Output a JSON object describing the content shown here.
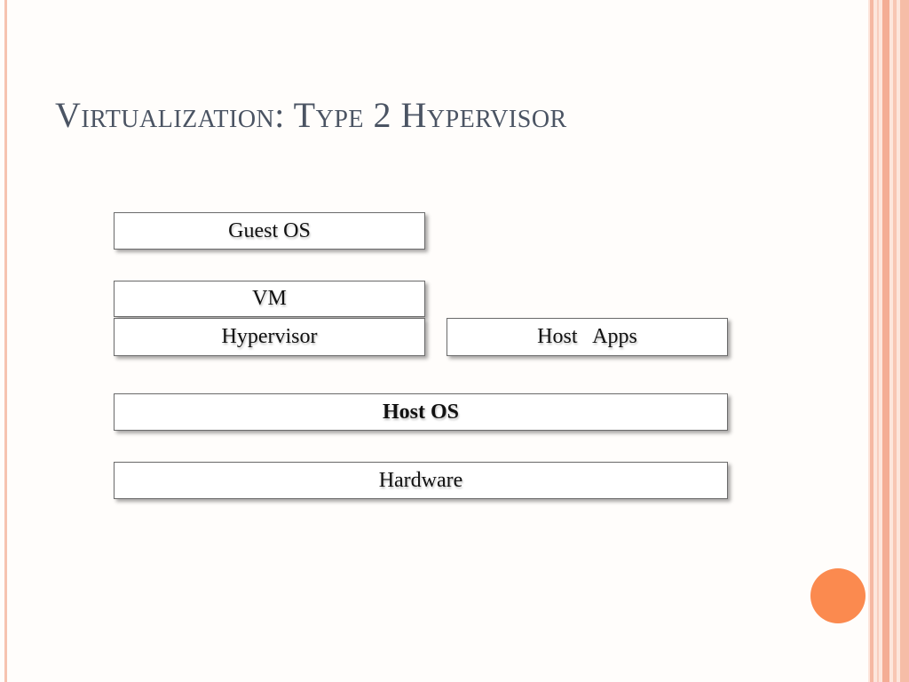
{
  "slide": {
    "title": "Virtualization: Type 2 Hypervisor"
  },
  "diagram": {
    "guest_os": "Guest OS",
    "vm": "VM",
    "hypervisor": "Hypervisor",
    "host_apps": "Host   Apps",
    "host_os": "Host OS",
    "hardware": "Hardware"
  },
  "colors": {
    "title": "#4b5463",
    "accent_circle": "#fb8a4f",
    "stripe": "#f4ad94",
    "box_border": "#6b6b6b"
  }
}
